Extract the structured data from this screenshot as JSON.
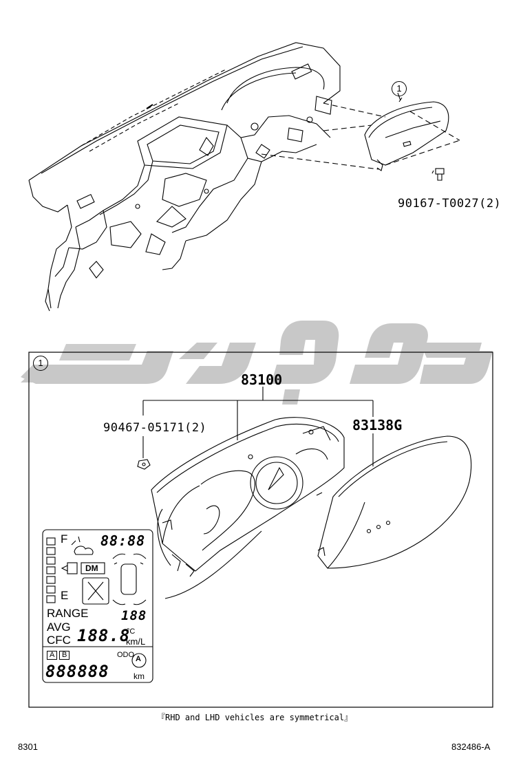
{
  "callouts": {
    "top_marker": "1",
    "box_marker": "1"
  },
  "parts": {
    "screw_top": "90167-T0027(2)",
    "meter_assembly": "83100",
    "screw_meter": "90467-05171(2)",
    "glass_cover": "83138G"
  },
  "display": {
    "fuel_full": "F",
    "fuel_empty": "E",
    "clock": "88:88",
    "dm": "DM",
    "range_label": "RANGE",
    "range_value": "188",
    "avg_label": "AVG",
    "cfc_label": "CFC",
    "avg_value": "188.8",
    "unit_temp": "°C",
    "unit_cons": "km/L",
    "trip_a": "A",
    "trip_b": "B",
    "odo_label": "ODO",
    "odo_value": "888888",
    "odo_unit": "km",
    "auto_badge": "A"
  },
  "note": "『RHD and LHD vehicles are symmetrical』",
  "footer": {
    "page_code": "8301",
    "figure_code": "832486-A"
  },
  "colors": {
    "line": "#000000",
    "watermark": "#c8c8c8",
    "background": "#ffffff"
  }
}
